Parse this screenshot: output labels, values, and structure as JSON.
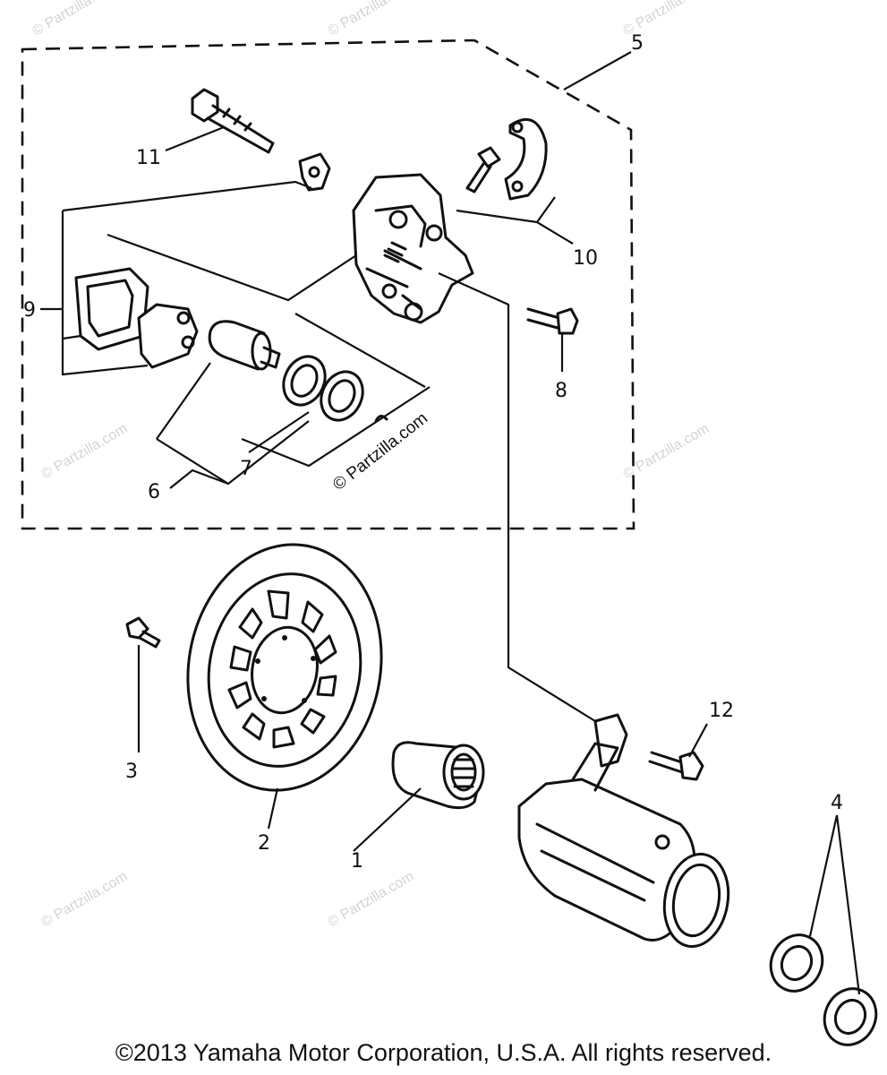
{
  "diagram": {
    "callouts": {
      "c1": "1",
      "c2": "2",
      "c3": "3",
      "c4": "4",
      "c5": "5",
      "c6": "6",
      "c7": "7",
      "c8": "8",
      "c9": "9",
      "c10": "10",
      "c11": "11",
      "c12": "12"
    },
    "watermarks": {
      "center": "© Partzilla.com",
      "faint": "© Partzilla.com"
    },
    "copyright": "©2013 Yamaha Motor Corporation, U.S.A. All rights reserved."
  }
}
